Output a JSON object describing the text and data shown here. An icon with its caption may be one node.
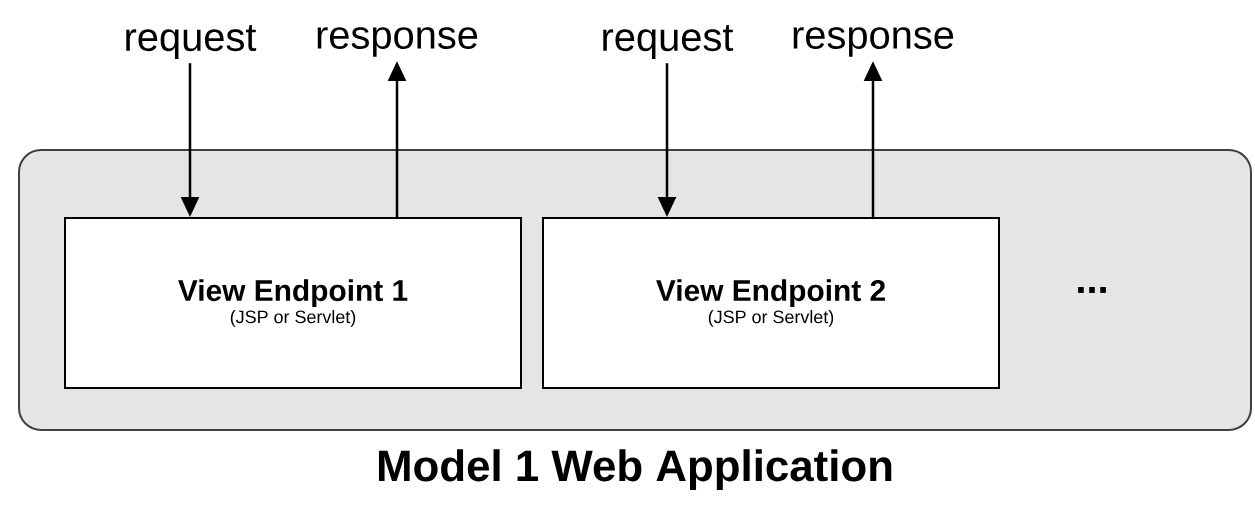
{
  "diagram": {
    "nodes": [
      {
        "text": [
          "request"
        ]
      },
      {
        "text": [
          "response"
        ]
      },
      {
        "text": [
          "request"
        ]
      },
      {
        "text": [
          "response"
        ]
      },
      {
        "text": [
          "Model 1 Web Application"
        ]
      },
      {
        "text": [
          "View Endpoint 1",
          "(JSP or Servlet)"
        ],
        "in": 4
      },
      {
        "text": [
          "View Endpoint 2",
          "(JSP or Servlet)"
        ],
        "in": 4
      }
    ],
    "edges": [
      {
        "from": 0,
        "to": 5,
        "arrow": "to"
      },
      {
        "from": 5,
        "to": 1,
        "arrow": "to"
      },
      {
        "from": 2,
        "to": 6,
        "arrow": "to"
      },
      {
        "from": 6,
        "to": 3,
        "arrow": "to"
      }
    ],
    "labels": [
      "..."
    ]
  }
}
